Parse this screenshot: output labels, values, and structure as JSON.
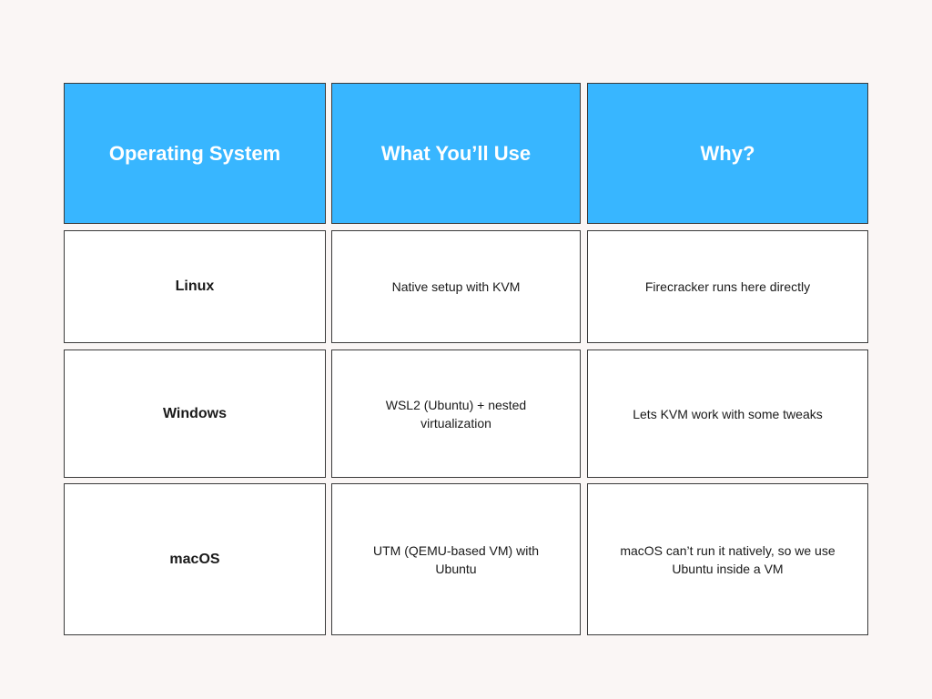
{
  "table": {
    "headers": [
      "Operating System",
      "What You’ll Use",
      "Why?"
    ],
    "rows": [
      {
        "os": "Linux",
        "use": "Native setup with KVM",
        "why": "Firecracker runs here directly"
      },
      {
        "os": "Windows",
        "use": "WSL2 (Ubuntu) + nested virtualization",
        "why": "Lets KVM work with some tweaks"
      },
      {
        "os": "macOS",
        "use": "UTM (QEMU-based VM) with Ubuntu",
        "why": "macOS can’t run it natively, so we use Ubuntu inside a VM"
      }
    ]
  },
  "colors": {
    "header_bg": "#38b6ff",
    "header_text": "#ffffff",
    "page_bg": "#faf6f5",
    "cell_border": "#3a3a3a"
  }
}
